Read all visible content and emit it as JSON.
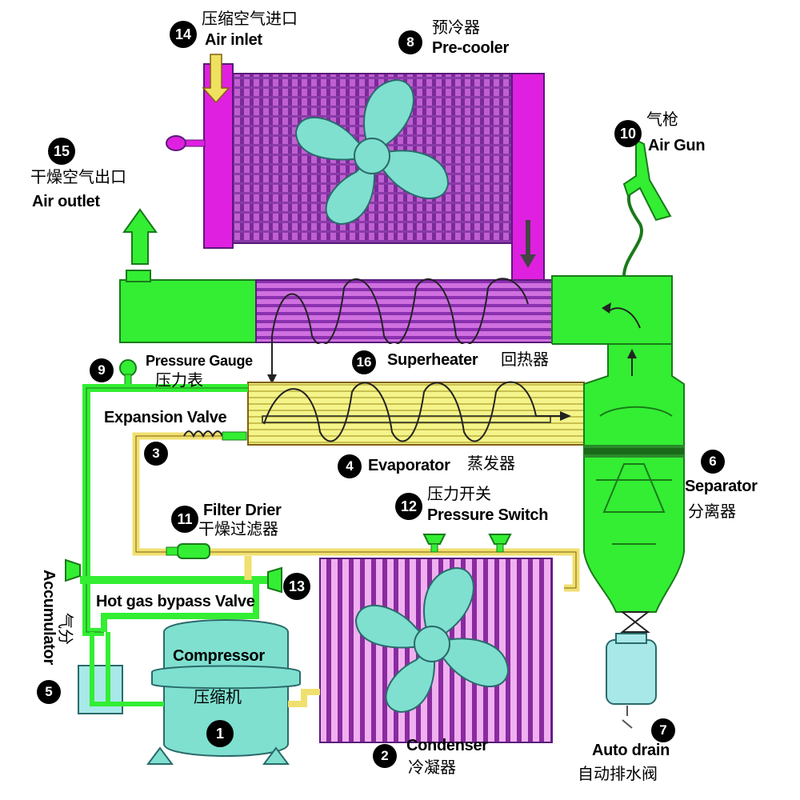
{
  "colors": {
    "magenta": "#e020e0",
    "purple_fin": "#9a40c0",
    "green": "#33ee33",
    "yellow": "#f4f48a",
    "teal": "#7fe0d0",
    "pipe_yellow": "#f0e070"
  },
  "components": [
    {
      "num": "1",
      "en": "Compressor",
      "cn": "压缩机"
    },
    {
      "num": "2",
      "en": "Condenser",
      "cn": "冷凝器"
    },
    {
      "num": "3",
      "en": "Expansion Valve",
      "cn": ""
    },
    {
      "num": "4",
      "en": "Evaporator",
      "cn": "蒸发器"
    },
    {
      "num": "5",
      "en": "Accumulator",
      "cn": "气分"
    },
    {
      "num": "6",
      "en": "Separator",
      "cn": "分离器"
    },
    {
      "num": "7",
      "en": "Auto drain",
      "cn": "自动排水阀"
    },
    {
      "num": "8",
      "en": "Pre-cooler",
      "cn": "预冷器"
    },
    {
      "num": "9",
      "en": "Pressure Gauge",
      "cn": "压力表"
    },
    {
      "num": "10",
      "en": "Air Gun",
      "cn": "气枪"
    },
    {
      "num": "11",
      "en": "Filter Drier",
      "cn": "干燥过滤器"
    },
    {
      "num": "12",
      "en": "Pressure Switch",
      "cn": "压力开关"
    },
    {
      "num": "13",
      "en": "Hot gas bypass Valve",
      "cn": ""
    },
    {
      "num": "14",
      "en": "Air inlet",
      "cn": "压缩空气进口"
    },
    {
      "num": "15",
      "en": "Air outlet",
      "cn": "干燥空气出口"
    },
    {
      "num": "16",
      "en": "Superheater",
      "cn": "回热器"
    }
  ]
}
